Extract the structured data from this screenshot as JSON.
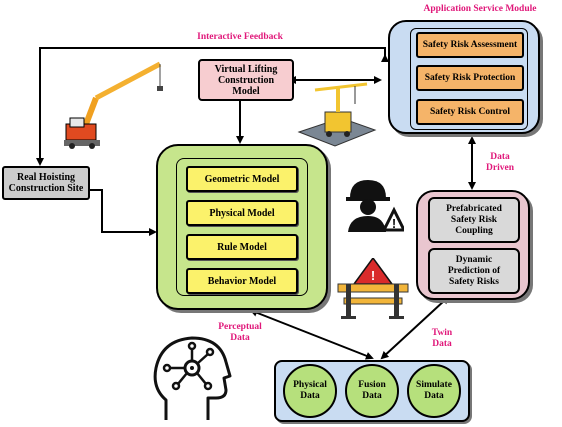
{
  "labels": {
    "app_service_module": "Application Service Module",
    "interactive_feedback": "Interactive Feedback",
    "data_driven_1": "Data",
    "data_driven_2": "Driven",
    "perceptual_1": "Perceptual",
    "perceptual_2": "Data",
    "twin_1": "Twin",
    "twin_2": "Data"
  },
  "virtual_model": {
    "line1": "Virtual Lifting",
    "line2": "Construction",
    "line3": "Model"
  },
  "real_site": {
    "line1": "Real Hoisting",
    "line2": "Construction Site"
  },
  "virtual_models": [
    "Geometric Model",
    "Physical Model",
    "Rule Model",
    "Behavior Model"
  ],
  "app_services": [
    "Safety Risk Assessment",
    "Safety Risk Protection",
    "Safety Risk Control"
  ],
  "twin_risks": {
    "coupling": {
      "line1": "Prefabricated",
      "line2": "Safety Risk",
      "line3": "Coupling"
    },
    "dynamic": {
      "line1": "Dynamic",
      "line2": "Prediction of",
      "line3": "Safety Risks"
    }
  },
  "data_circles": [
    {
      "line1": "Physical",
      "line2": "Data"
    },
    {
      "line1": "Fusion",
      "line2": "Data"
    },
    {
      "line1": "Simulate",
      "line2": "Data"
    }
  ],
  "colors": {
    "accent_label": "#e0187a",
    "virtual_container": "#c6e58c",
    "app_container": "#c9dcf2",
    "twin_container": "#e9c6cf",
    "data_container": "#c9dcf2",
    "yellow_item": "#fbf26b",
    "orange_item": "#f5b469",
    "virtual_model_box": "#f7cdd0"
  },
  "icons": [
    "crane-icon",
    "tower-crane-model-icon",
    "worker-warning-icon",
    "barrier-warning-icon",
    "brain-head-icon"
  ]
}
